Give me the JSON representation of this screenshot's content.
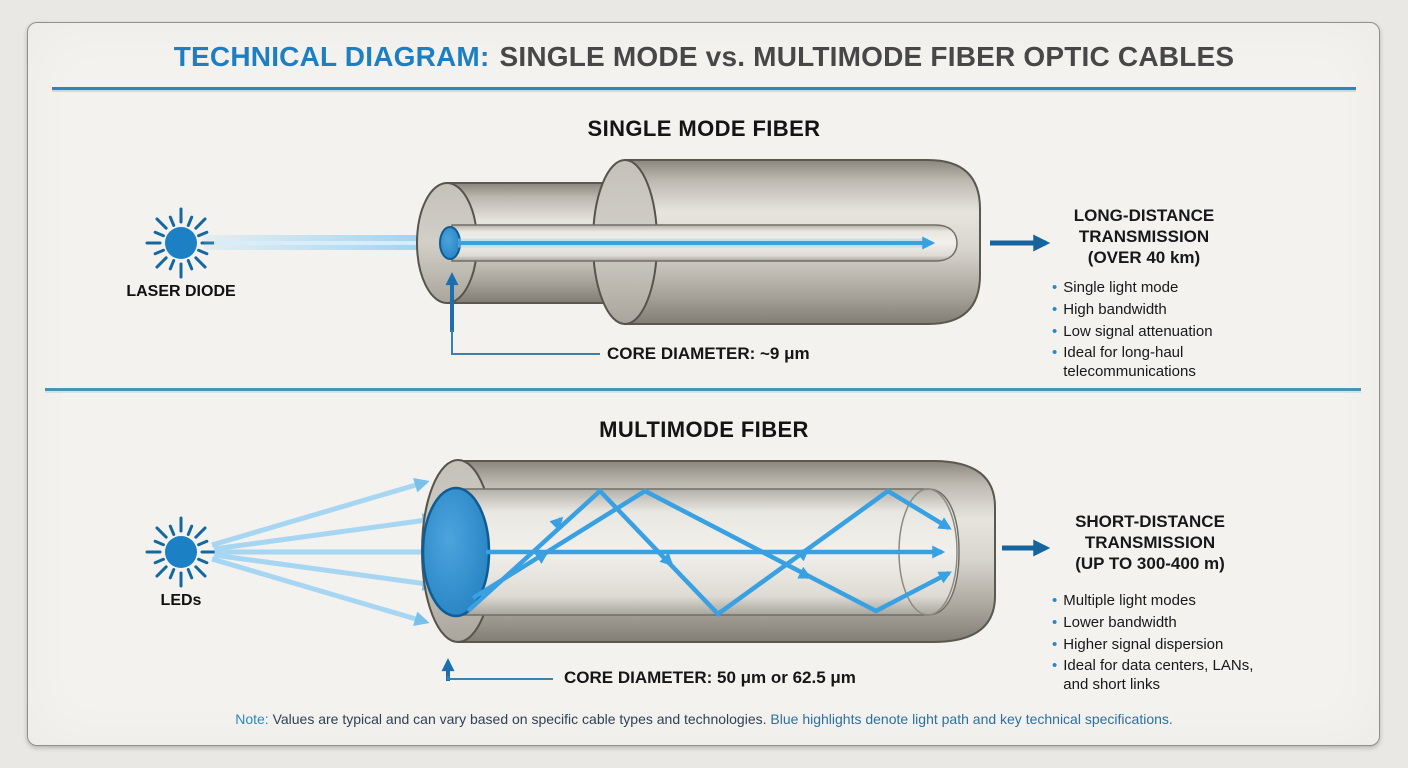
{
  "title": {
    "prefix": "TECHNICAL DIAGRAM:",
    "main": "SINGLE MODE vs. MULTIMODE FIBER OPTIC CABLES"
  },
  "sections": {
    "single_mode": {
      "heading": "SINGLE MODE FIBER",
      "source_label": "LASER DIODE",
      "core_label": "CORE DIAMETER: ~9 μm",
      "transmission_lines": [
        "LONG-DISTANCE",
        "TRANSMISSION",
        "(OVER 40 km)"
      ],
      "bullets": [
        "Single light mode",
        "High bandwidth",
        "Low signal attenuation",
        "Ideal for long-haul telecommunications"
      ]
    },
    "multimode": {
      "heading": "MULTIMODE FIBER",
      "source_label": "LEDs",
      "core_label": "CORE DIAMETER: 50 μm or 62.5 μm",
      "transmission_lines": [
        "SHORT-DISTANCE",
        "TRANSMISSION",
        "(UP TO 300-400 m)"
      ],
      "bullets": [
        "Multiple light modes",
        "Lower bandwidth",
        "Higher signal dispersion",
        "Ideal for data centers, LANs, and short links"
      ]
    }
  },
  "note": {
    "label": "Note:",
    "text_dark": "Values are typical and can vary based on specific cable types and technologies.",
    "text_blue": "Blue highlights denote light path and key technical specifications."
  },
  "icons": {
    "bullet": "•"
  },
  "colors": {
    "accent_blue": "#1d7fc2",
    "title_gray": "#474747",
    "ray_blue": "#39a0e2",
    "light_ray_blue": "#a6d6f2",
    "dark_arrow_blue": "#15639f",
    "divider_teal": "#4796ab",
    "core_blue": "#2e8fd0",
    "cylinder_gray": "#cfccc5"
  }
}
